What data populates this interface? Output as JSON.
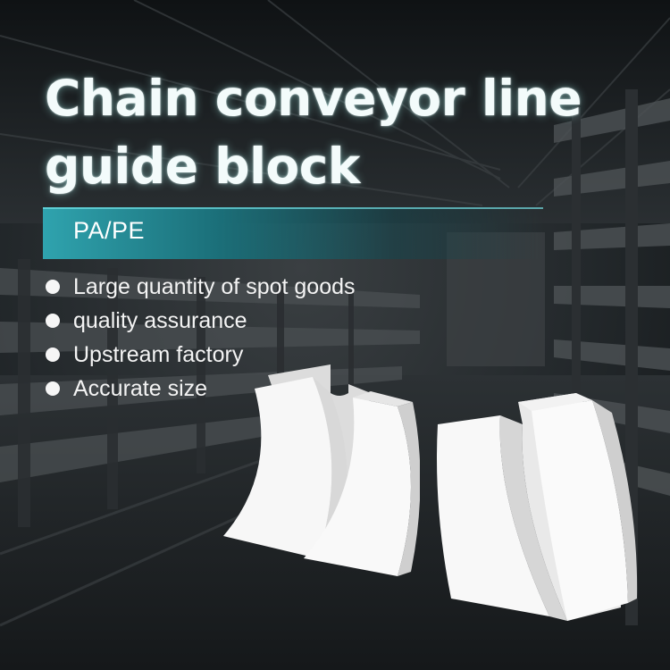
{
  "title": {
    "line1": "Chain conveyor line",
    "line2": "guide block"
  },
  "material": "PA/PE",
  "features": [
    "Large quantity of spot goods",
    "quality assurance",
    "Upstream factory",
    "Accurate size"
  ],
  "colors": {
    "accent": "#2fa3ae",
    "background": "#23282b",
    "product": "#f7f7f7"
  },
  "image": {
    "background": "warehouse-shelving-photo",
    "product": "white-plastic-guide-blocks"
  }
}
